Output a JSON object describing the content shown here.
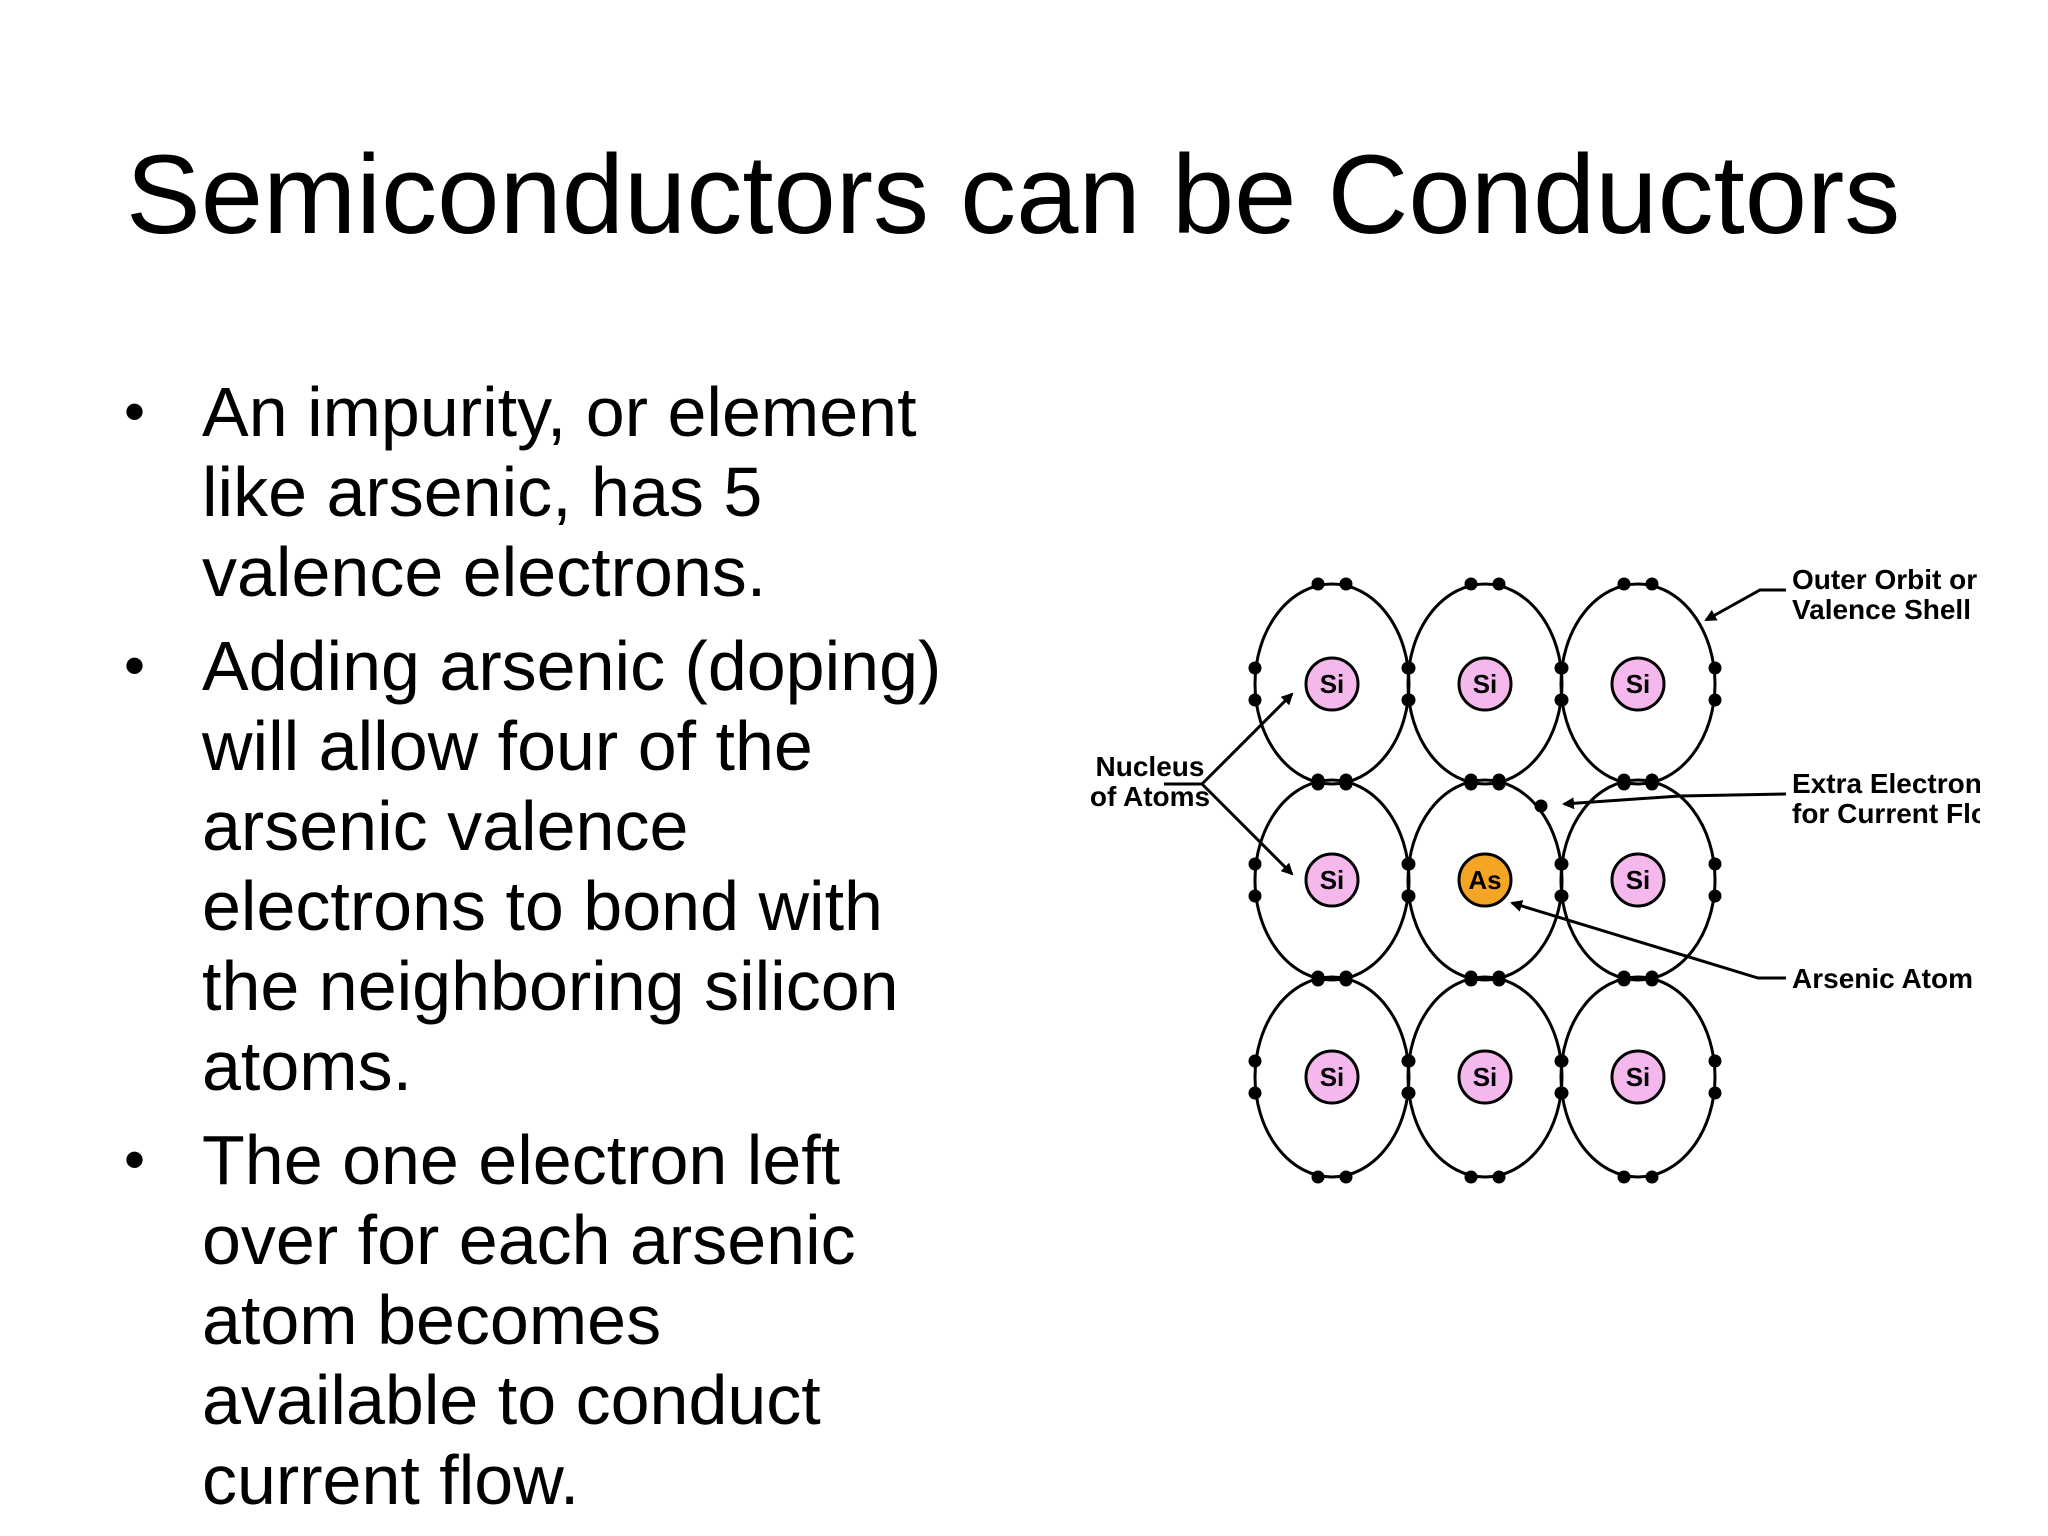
{
  "title": "Semiconductors can be Conductors",
  "bullets": [
    {
      "lines": [
        "An impurity, or element",
        "like arsenic, has 5",
        "valence electrons."
      ]
    },
    {
      "lines": [
        "Adding arsenic (doping)",
        "will allow four of the",
        "arsenic valence",
        "electrons to bond with",
        "the neighboring silicon",
        "atoms."
      ]
    },
    {
      "lines": [
        "The one electron left",
        "over for each arsenic",
        "atom becomes",
        "available to conduct",
        "current flow."
      ]
    }
  ],
  "diagram": {
    "atoms": [
      [
        "Si",
        "Si",
        "Si"
      ],
      [
        "Si",
        "As",
        "Si"
      ],
      [
        "Si",
        "Si",
        "Si"
      ]
    ],
    "labels": {
      "nucleus": [
        "Nucleus",
        "of Atoms"
      ],
      "outer_orbit": [
        "Outer Orbit or",
        "Valence Shell"
      ],
      "extra_electron": [
        "Extra Electron",
        "for Current Flow"
      ],
      "arsenic_atom": "Arsenic Atom"
    },
    "colors": {
      "silicon": "#f5b8ec",
      "arsenic": "#f5a524",
      "stroke": "#000000"
    }
  }
}
